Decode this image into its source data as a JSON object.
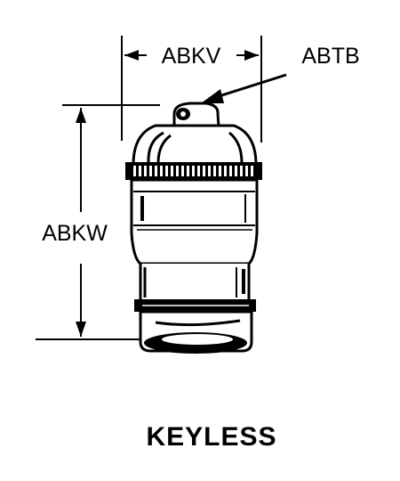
{
  "labels": {
    "width": "ABKV",
    "height": "ABKW",
    "callout": "ABTB"
  },
  "caption": "KEYLESS"
}
